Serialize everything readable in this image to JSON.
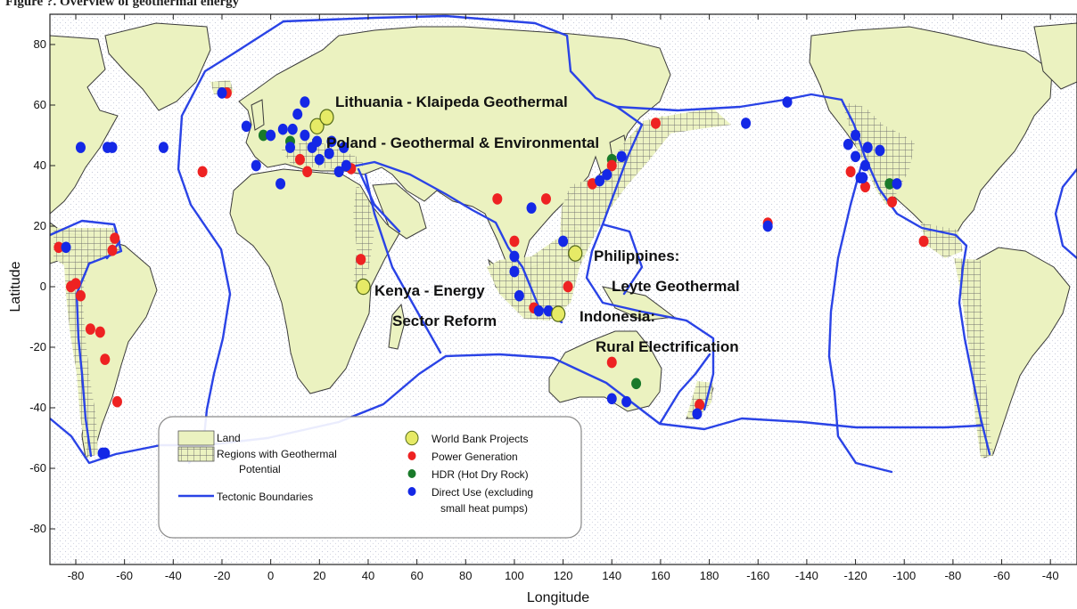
{
  "figure": {
    "title_partial": "Figure ?. Overview of geothermal energy"
  },
  "axes": {
    "xlabel": "Longitude",
    "ylabel": "Latitude",
    "x_ticks": [
      "-80",
      "-60",
      "-40",
      "-20",
      "0",
      "20",
      "40",
      "60",
      "80",
      "100",
      "120",
      "140",
      "160",
      "180",
      "-160",
      "-140",
      "-120",
      "-100",
      "-80",
      "-60",
      "-40"
    ],
    "y_ticks": [
      "80",
      "60",
      "40",
      "20",
      "0",
      "-20",
      "-40",
      "-60",
      "-80"
    ]
  },
  "callouts": [
    {
      "id": "lithuania",
      "lines": [
        "Lithuania - Klaipeda Geothermal"
      ]
    },
    {
      "id": "poland",
      "lines": [
        "Poland - Geothermal & Environmental"
      ]
    },
    {
      "id": "kenya",
      "lines": [
        "Kenya - Energy",
        "Sector Reform"
      ]
    },
    {
      "id": "philippines",
      "lines": [
        "Philippines:",
        "Leyte Geothermal"
      ]
    },
    {
      "id": "indonesia",
      "lines": [
        "Indonesia:",
        "Rural Electrification"
      ]
    }
  ],
  "legend": {
    "left": [
      {
        "kind": "land",
        "label": "Land"
      },
      {
        "kind": "geo",
        "label": "Regions with Geothermal"
      },
      {
        "kind": "none",
        "label": "Potential"
      },
      {
        "kind": "tectonic",
        "label": "Tectonic Boundaries"
      }
    ],
    "right": [
      {
        "kind": "wb",
        "label": "World Bank Projects"
      },
      {
        "kind": "power",
        "label": "Power Generation"
      },
      {
        "kind": "hdr",
        "label": "HDR (Hot Dry Rock)"
      },
      {
        "kind": "direct",
        "label": "Direct Use (excluding"
      },
      {
        "kind": "none",
        "label": "small heat pumps)"
      }
    ]
  },
  "colors": {
    "land": "#ebf2c0",
    "ocean": "#ffffff",
    "tectonic": "#2a43e6",
    "wb": "#e6ea66",
    "power": "#ee2222",
    "hdr": "#1a7a2a",
    "direct": "#1428e6",
    "grid": "#222222"
  },
  "points": {
    "wb": [
      [
        19,
        53
      ],
      [
        23,
        56
      ],
      [
        38,
        0
      ],
      [
        125,
        11
      ],
      [
        118,
        -9
      ]
    ],
    "power": [
      [
        -18,
        64
      ],
      [
        -28,
        38
      ],
      [
        12,
        42
      ],
      [
        15,
        38
      ],
      [
        33,
        39
      ],
      [
        37,
        9
      ],
      [
        93,
        29
      ],
      [
        100,
        15
      ],
      [
        113,
        29
      ],
      [
        122,
        0
      ],
      [
        108,
        -7
      ],
      [
        140,
        -25
      ],
      [
        132,
        34
      ],
      [
        140,
        40
      ],
      [
        158,
        54
      ],
      [
        -156,
        21
      ],
      [
        -122,
        38
      ],
      [
        -116,
        33
      ],
      [
        -105,
        28
      ],
      [
        -92,
        15
      ],
      [
        -87,
        13
      ],
      [
        -82,
        0
      ],
      [
        -78,
        -3
      ],
      [
        -70,
        -15
      ],
      [
        -68,
        -24
      ],
      [
        -63,
        -38
      ],
      [
        -64,
        16
      ],
      [
        -80,
        1
      ],
      [
        -74,
        -14
      ],
      [
        -65,
        12
      ],
      [
        176,
        -39
      ]
    ],
    "hdr": [
      [
        -3,
        50
      ],
      [
        8,
        48
      ],
      [
        140,
        42
      ],
      [
        150,
        -32
      ],
      [
        -106,
        34
      ]
    ],
    "direct": [
      [
        -20,
        64
      ],
      [
        -44,
        46
      ],
      [
        -67,
        46
      ],
      [
        -10,
        53
      ],
      [
        -6,
        40
      ],
      [
        4,
        34
      ],
      [
        0,
        50
      ],
      [
        5,
        52
      ],
      [
        9,
        52
      ],
      [
        14,
        50
      ],
      [
        17,
        46
      ],
      [
        20,
        42
      ],
      [
        24,
        44
      ],
      [
        28,
        38
      ],
      [
        14,
        61
      ],
      [
        11,
        57
      ],
      [
        8,
        46
      ],
      [
        19,
        48
      ],
      [
        25,
        48
      ],
      [
        31,
        40
      ],
      [
        30,
        46
      ],
      [
        107,
        26
      ],
      [
        110,
        -8
      ],
      [
        114,
        -8
      ],
      [
        135,
        35
      ],
      [
        138,
        37
      ],
      [
        144,
        43
      ],
      [
        120,
        15
      ],
      [
        100,
        10
      ],
      [
        102,
        -3
      ],
      [
        100,
        5
      ],
      [
        140,
        -37
      ],
      [
        146,
        -38
      ],
      [
        175,
        -42
      ],
      [
        -156,
        20
      ],
      [
        -148,
        61
      ],
      [
        -165,
        54
      ],
      [
        -123,
        47
      ],
      [
        -120,
        43
      ],
      [
        -115,
        46
      ],
      [
        -110,
        45
      ],
      [
        -116,
        40
      ],
      [
        -118,
        36
      ],
      [
        -103,
        34
      ],
      [
        -78,
        46
      ],
      [
        -65,
        46
      ],
      [
        -69,
        -55
      ],
      [
        -68,
        -55
      ],
      [
        -84,
        13
      ],
      [
        -120,
        50
      ],
      [
        -117,
        36
      ]
    ]
  }
}
